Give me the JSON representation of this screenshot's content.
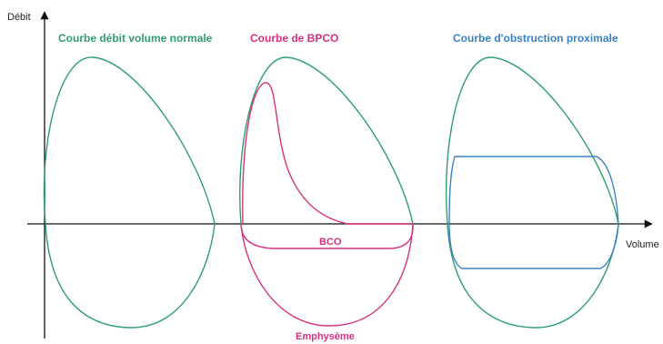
{
  "axes": {
    "y_label": "Débit",
    "x_label": "Volume",
    "color": "#111111"
  },
  "curves": {
    "normal": {
      "title": "Courbe débit volume normale",
      "color": "#2e9e6e"
    },
    "bpco": {
      "title": "Courbe de BPCO",
      "color": "#d6307f",
      "bco_label": "BCO",
      "emphyseme_label": "Emphysème"
    },
    "obstruction": {
      "title": "Courbe d'obstruction proximale",
      "color": "#3b82c4"
    }
  }
}
